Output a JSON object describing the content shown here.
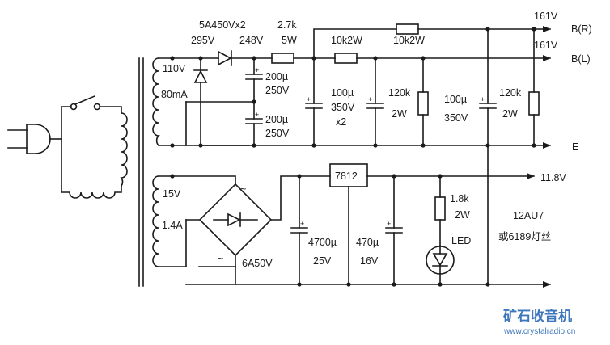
{
  "labels": {
    "hv_diode": "5A450Vx2",
    "v295": "295V",
    "v248": "248V",
    "r_series_val": "2.7k",
    "r_series_w": "5W",
    "r_10k2w_x2": "10k2W",
    "r_10k2w": "10k2W",
    "out_r_v": "161V",
    "out_r_name": "B(R)",
    "out_l_v": "161V",
    "out_l_name": "B(L)",
    "sec_hv_v": "110V",
    "sec_hv_i": "80mA",
    "c1_val": "200µ",
    "c1_v": "250V",
    "c2_val": "200µ",
    "c2_v": "250V",
    "c3_val": "100µ",
    "c3_v": "350V",
    "c3_n": "x2",
    "r120_a_val": "120k",
    "r120_a_w": "2W",
    "c4_val": "100µ",
    "c4_v": "350V",
    "r120_b_val": "120k",
    "r120_b_w": "2W",
    "ground_e": "E",
    "sec_lv_v": "15V",
    "sec_lv_i": "1.4A",
    "tilde_top": "~",
    "tilde_bottom": "~",
    "bridge": "6A50V",
    "regulator": "7812",
    "out_11v8": "11.8V",
    "c5_val": "4700µ",
    "c5_v": "25V",
    "c6_val": "470µ",
    "c6_v": "16V",
    "r_led_val": "1.8k",
    "r_led_w": "2W",
    "led": "LED",
    "tube": "12AU7",
    "filament": "或6189灯丝"
  },
  "watermark": {
    "title": "矿石收音机",
    "url": "www.crystalradio.cn",
    "color": "#3f77bc"
  }
}
